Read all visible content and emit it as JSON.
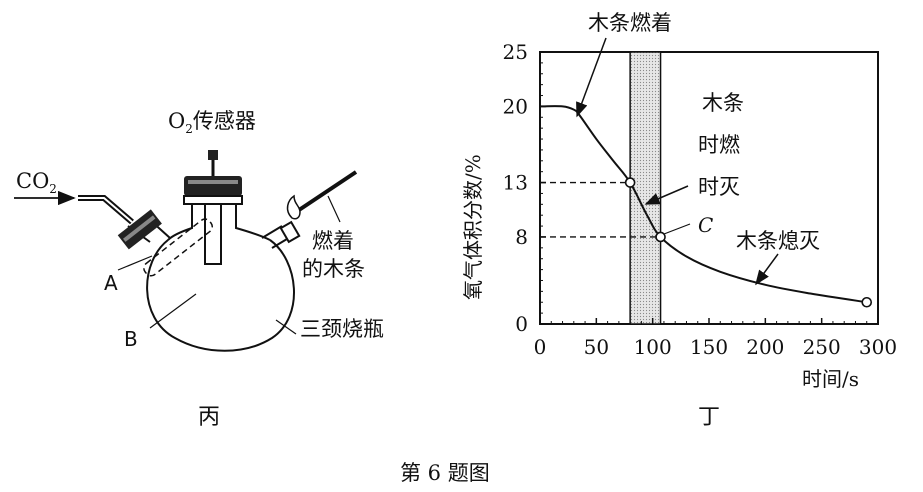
{
  "figure_caption": "第 6 题图",
  "left": {
    "caption": "丙",
    "co2_label": "CO",
    "co2_sub": "2",
    "o2_label_o": "O",
    "o2_label_sub": "2",
    "o2_label_rest": "传感器",
    "wood_label_1": "燃着",
    "wood_label_2": "的木条",
    "flask_label": "三颈烧瓶",
    "label_a": "A",
    "label_b": "B"
  },
  "right": {
    "caption": "丁",
    "ylabel": "氧气体积分数/%",
    "xlabel": "时间/s",
    "ann_burning": "木条燃着",
    "ann_mid_1": "木条",
    "ann_mid_2": "时燃",
    "ann_mid_3": "时灭",
    "ann_out": "木条熄灭",
    "point_c": "C",
    "x_ticks": [
      "0",
      "50",
      "100",
      "150",
      "200",
      "250",
      "300"
    ],
    "y_ticks": [
      "0",
      "8",
      "13",
      "20",
      "25"
    ]
  },
  "chart_data": {
    "type": "line",
    "title": "",
    "xlabel": "时间/s",
    "ylabel": "氧气体积分数/%",
    "xlim": [
      0,
      300
    ],
    "ylim": [
      0,
      25
    ],
    "series": [
      {
        "x": [
          0,
          20,
          30,
          35,
          50,
          65,
          80,
          95,
          107,
          130,
          160,
          200,
          240,
          290
        ],
        "y": [
          20,
          20,
          19.7,
          19.2,
          17,
          15,
          13,
          10,
          8,
          6.2,
          4.8,
          3.6,
          2.8,
          2
        ]
      }
    ],
    "marked_points": [
      {
        "x": 80,
        "y": 13
      },
      {
        "x": 107,
        "y": 8
      },
      {
        "x": 290,
        "y": 2
      }
    ],
    "shaded_band_x": [
      80,
      107
    ],
    "colors": {
      "line": "#111111",
      "band": "#d4d4d4"
    }
  }
}
